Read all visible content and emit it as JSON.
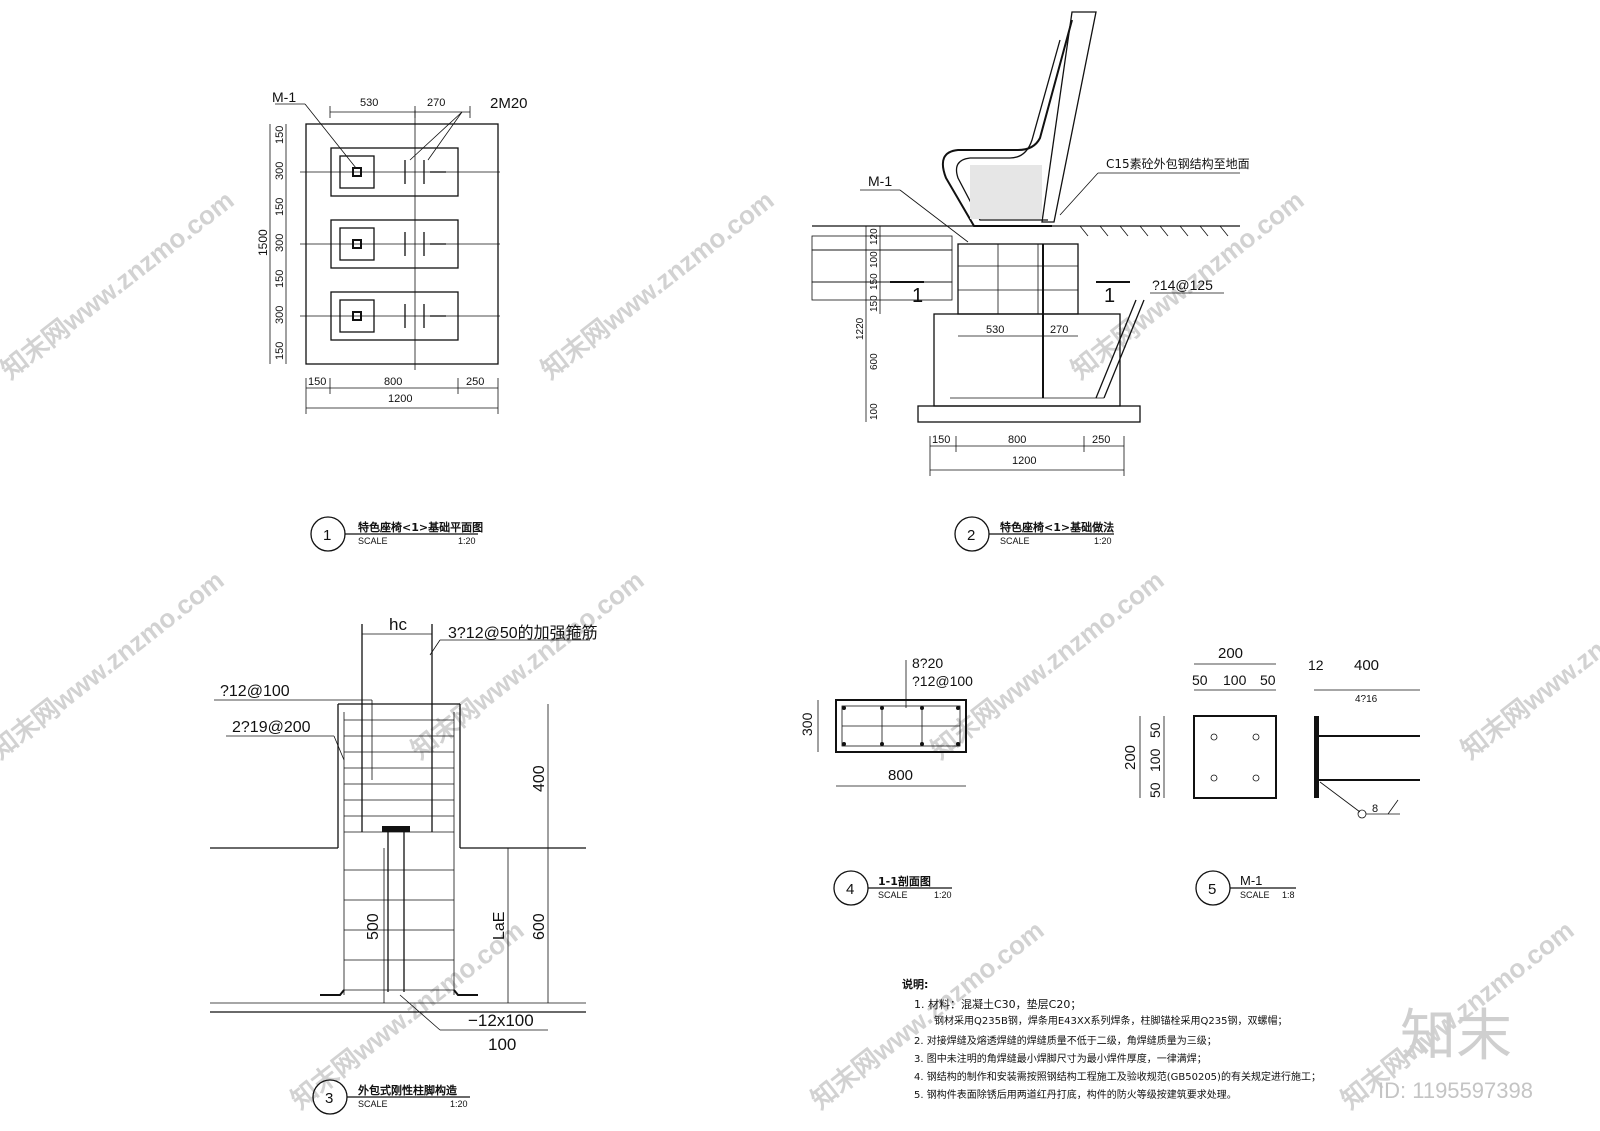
{
  "watermark": {
    "text": "知末网www.znzmo.com",
    "brand_cn": "知末",
    "id_label": "ID: 1195597398"
  },
  "detail1": {
    "marker_no": "1",
    "title": "特色座椅<1>基础平面图",
    "scale_label": "SCALE",
    "scale_value": "1:20",
    "callout_m1": "M-1",
    "callout_bolt": "2M20",
    "dim_top": [
      "530",
      "270"
    ],
    "dim_left": [
      "150",
      "300",
      "150",
      "300",
      "150",
      "300",
      "150"
    ],
    "dim_total_h": "1500",
    "dim_bottom": [
      "150",
      "800",
      "250"
    ],
    "dim_total_w": "1200"
  },
  "detail2": {
    "marker_no": "2",
    "title": "特色座椅<1>基础做法",
    "scale_label": "SCALE",
    "scale_value": "1:20",
    "callout_m1": "M-1",
    "callout_c15": "C15素砼外包钢结构至地面",
    "callout_rebar": "?14@125",
    "section_mark": "1",
    "dim_left": [
      "120",
      "100",
      "150",
      "150",
      "1220",
      "600",
      "100"
    ],
    "dim_inner": [
      "530",
      "270"
    ],
    "dim_bottom": [
      "150",
      "800",
      "250"
    ],
    "dim_total": "1200"
  },
  "detail3": {
    "marker_no": "3",
    "title": "外包式刚性柱脚构造",
    "scale_label": "SCALE",
    "scale_value": "1:20",
    "hc": "hc",
    "callout_stirrup": "3?12@50的加强箍筋",
    "callout_a": "?12@100",
    "callout_b": "2?19@200",
    "dim_400": "400",
    "dim_600": "600",
    "dim_500": "500",
    "dim_lae": "LaE",
    "plate_a": "−12x100",
    "plate_b": "100"
  },
  "detail4": {
    "marker_no": "4",
    "title": "1-1剖面图",
    "scale_label": "SCALE",
    "scale_value": "1:20",
    "rebar_a": "8?20",
    "rebar_b": "?12@100",
    "dim_h": "300",
    "dim_w": "800"
  },
  "detail5": {
    "marker_no": "5",
    "title": "M-1",
    "scale_label": "SCALE",
    "scale_value": "1:8",
    "dim_top": "200",
    "dim_top_parts": [
      "50",
      "100",
      "50"
    ],
    "dim_left": "200",
    "dim_left_parts": [
      "50",
      "100",
      "50"
    ],
    "side_dims": [
      "12",
      "400"
    ],
    "anchor_label": "4?16",
    "weld_size": "8"
  },
  "notes": {
    "heading": "说明:",
    "items": [
      "1. 材料：混凝土C30，垫层C20；",
      "钢材采用Q235B钢，焊条用E43XX系列焊条，柱脚锚栓采用Q235钢，双螺帽；",
      "2. 对接焊缝及熔透焊缝的焊缝质量不低于二级，角焊缝质量为三级；",
      "3. 图中未注明的角焊缝最小焊脚尺寸为最小焊件厚度，一律满焊；",
      "4. 钢结构的制作和安装需按照钢结构工程施工及验收规范(GB50205)的有关规定进行施工；",
      "5. 钢构件表面除锈后用两道红丹打底，构件的防火等级按建筑要求处理。"
    ]
  }
}
